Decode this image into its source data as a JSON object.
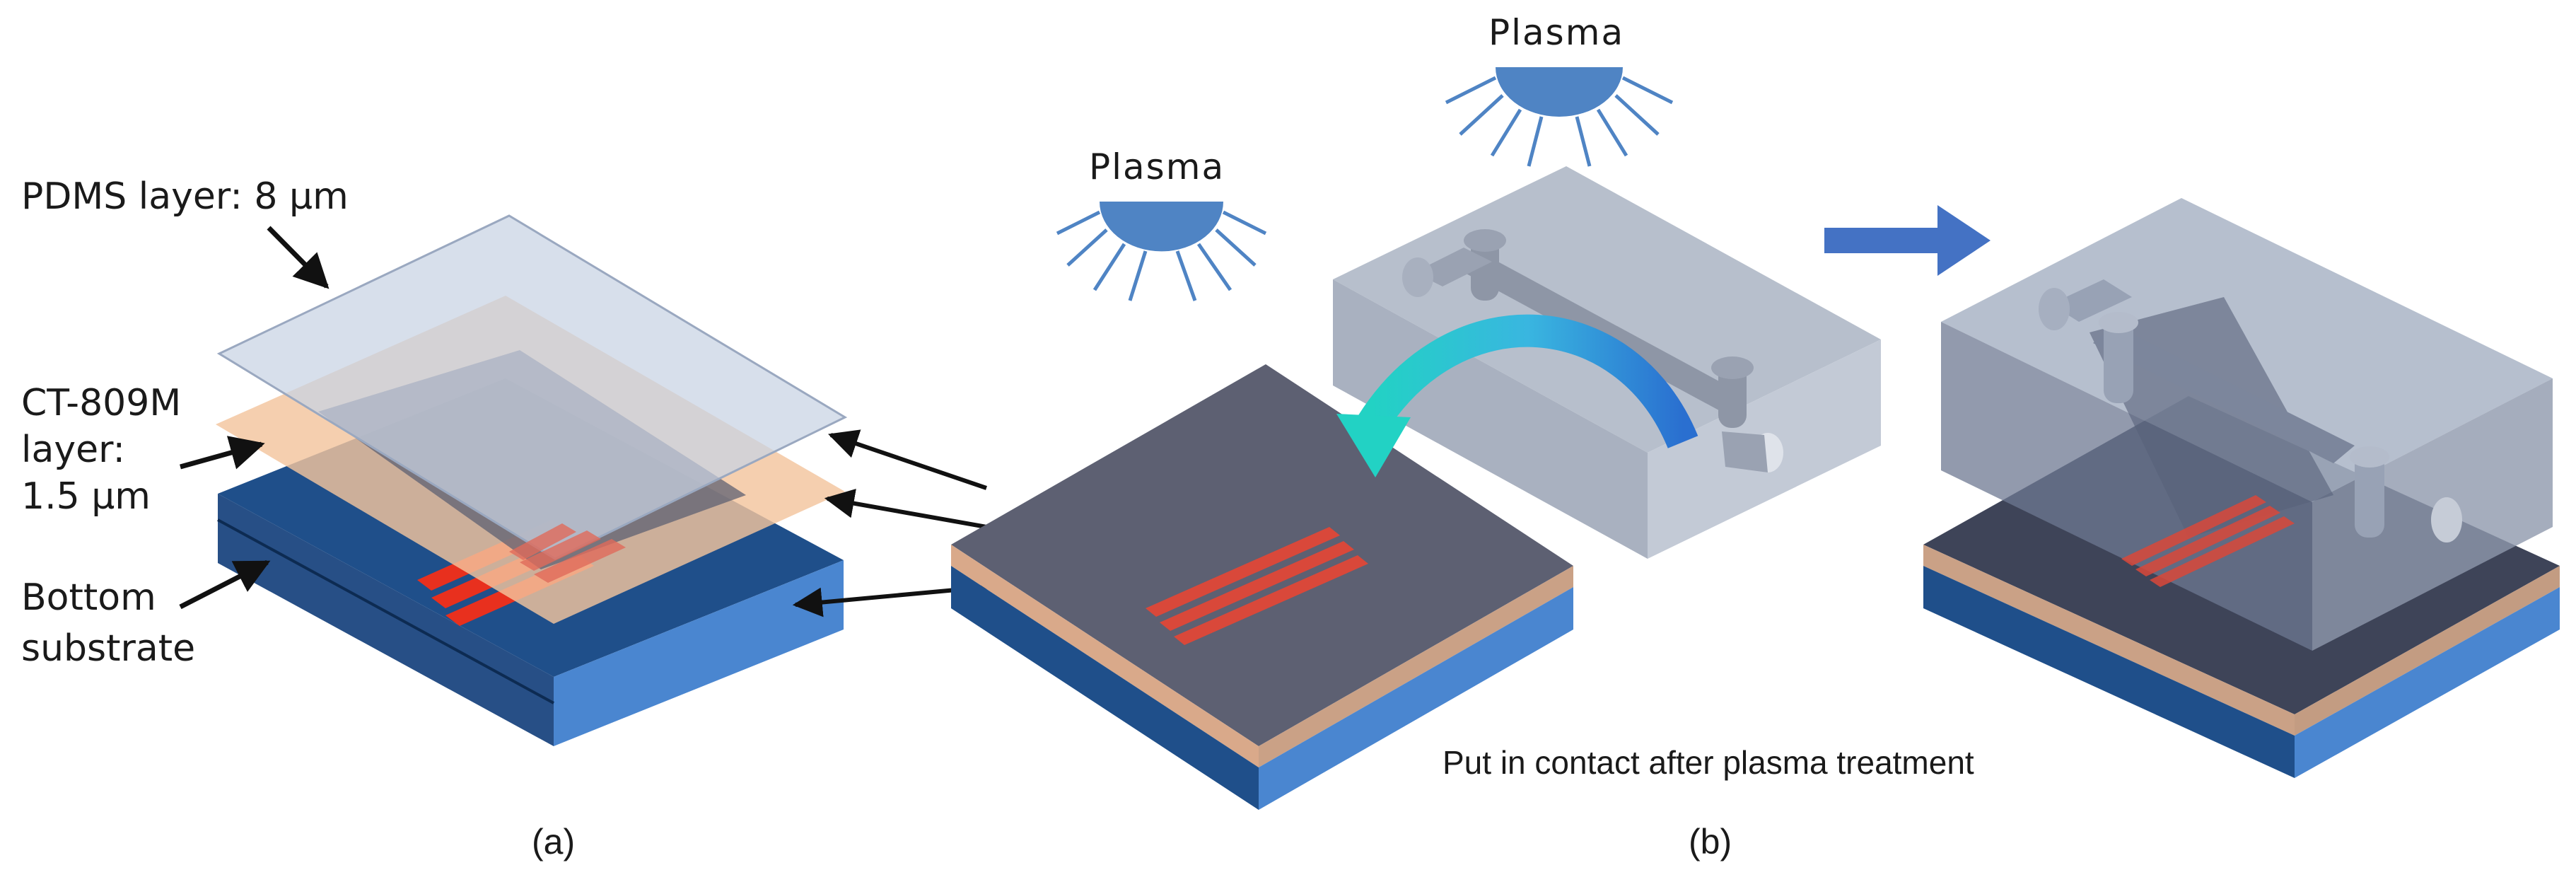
{
  "labels": {
    "pdms": "PDMS layer: 8 μm",
    "ct_line1": "CT-809M",
    "ct_line2": "layer:",
    "ct_line3": "1.5 μm",
    "bottom_line1": "Bottom",
    "bottom_line2": "substrate",
    "plasma_left": "Plasma",
    "plasma_top": "Plasma",
    "caption_b": "Put in contact after plasma treatment",
    "panel_a": "(a)",
    "panel_b": "(b)"
  },
  "colors": {
    "substrate_top": "#1f4f8a",
    "substrate_side": "#4a86d0",
    "pdms": "#c7d2e3",
    "ct809m": "#f3c59d",
    "device_gray": "#5d6072",
    "electrode": "#e8301e",
    "plasma_lamp": "#4f84c4",
    "mold_gray": "#b0b8c6",
    "arrow_cyan": "#34b6d9",
    "arrow_blue": "#4472c4"
  }
}
